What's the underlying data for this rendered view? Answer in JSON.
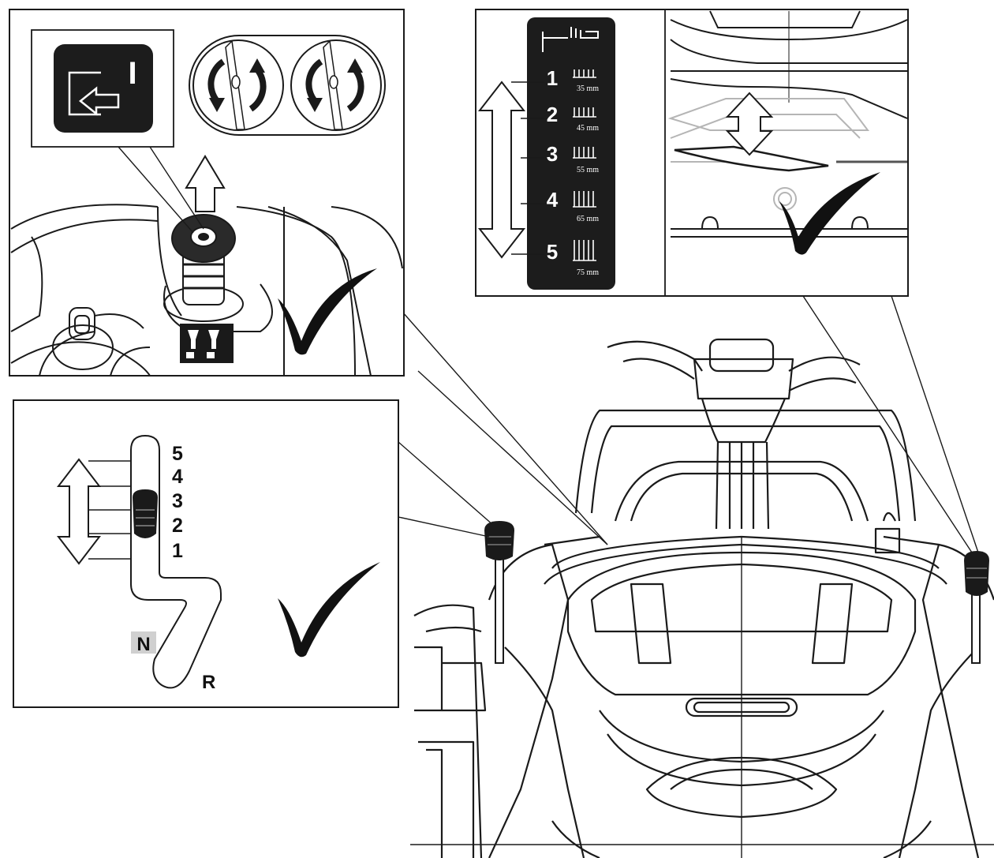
{
  "engage_panel": {
    "switch_position": "I"
  },
  "height_decal": {
    "steps": [
      {
        "label": "1",
        "height": "35 mm"
      },
      {
        "label": "2",
        "height": "45 mm"
      },
      {
        "label": "3",
        "height": "55 mm"
      },
      {
        "label": "4",
        "height": "65 mm"
      },
      {
        "label": "5",
        "height": "75 mm"
      }
    ]
  },
  "gear_panel": {
    "gears": [
      "5",
      "4",
      "3",
      "2",
      "1"
    ],
    "neutral": "N",
    "reverse": "R"
  },
  "colors": {
    "line": "#1a1a1a",
    "decal_background": "#1c1c1c",
    "neutral_highlight": "#d0d0d0",
    "check": "#111111"
  }
}
